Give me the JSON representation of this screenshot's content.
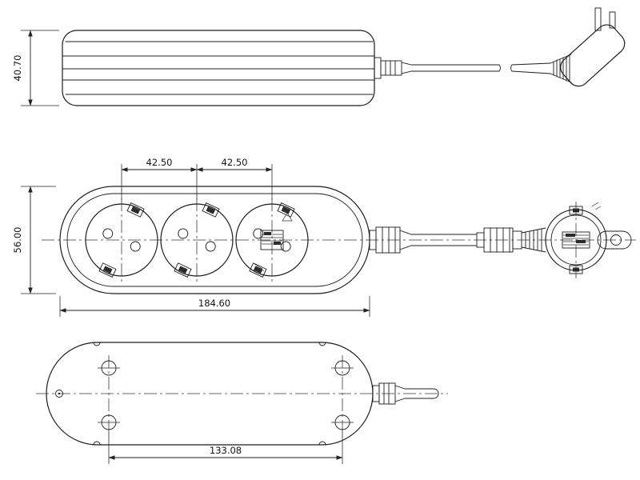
{
  "page": {
    "background": "#ffffff",
    "line_color": "#1c1c1c"
  },
  "drawing": {
    "subject": "3-gang power strip with angled plug, three orthographic views",
    "dimensions": {
      "height": "40.70",
      "pitch_left": "42.50",
      "pitch_right": "42.50",
      "width": "56.00",
      "length": "184.60",
      "hole_spacing": "133.08"
    }
  }
}
